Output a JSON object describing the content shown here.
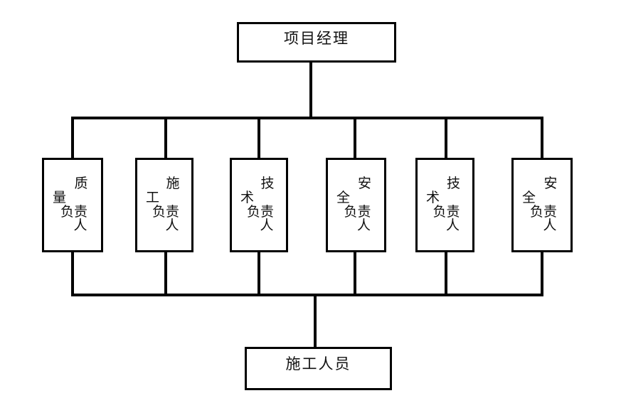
{
  "diagram": {
    "title_text": "项目经理",
    "bottom_text": "施工人员",
    "roles": [
      {
        "full": "质量负责人",
        "l1": "质",
        "l2": "量",
        "l3": "负责",
        "l4": "人"
      },
      {
        "full": "施工负责人",
        "l1": "施",
        "l2": "工",
        "l3": "负责",
        "l4": "人"
      },
      {
        "full": "技术负责人",
        "l1": "技",
        "l2": "术",
        "l3": "负责",
        "l4": "人"
      },
      {
        "full": "安全负责人",
        "l1": "安",
        "l2": "全",
        "l3": "负责",
        "l4": "人"
      },
      {
        "full": "技术负责人",
        "l1": "技",
        "l2": "术",
        "l3": "负责",
        "l4": "人"
      },
      {
        "full": "安全负责人",
        "l1": "安",
        "l2": "全",
        "l3": "负责",
        "l4": "人"
      }
    ],
    "line_color": "#000000",
    "box_border_color": "#000000",
    "background_color": "#ffffff"
  }
}
